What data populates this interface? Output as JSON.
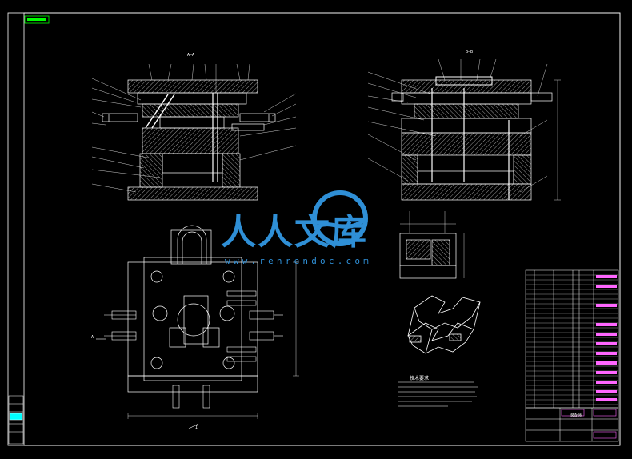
{
  "sheet": {
    "frame_color": "#ffffff",
    "line_color": "#ffffff",
    "hatch_color": "#ffffff",
    "accent_cyan": "#00ffff",
    "accent_magenta": "#ff66ff",
    "accent_green": "#00ff00"
  },
  "views": {
    "section_a_title": "A—A",
    "section_b_title": "B—B",
    "plan_view_label": "A",
    "right_view_label": "I"
  },
  "watermark": {
    "brand_text": "人人文库",
    "url_text": "www.renrendoc.com",
    "color": "#2f8fd6"
  },
  "technical_requirements": {
    "heading": "技术要求"
  },
  "title_block": {
    "sheet_label": "装配图"
  }
}
